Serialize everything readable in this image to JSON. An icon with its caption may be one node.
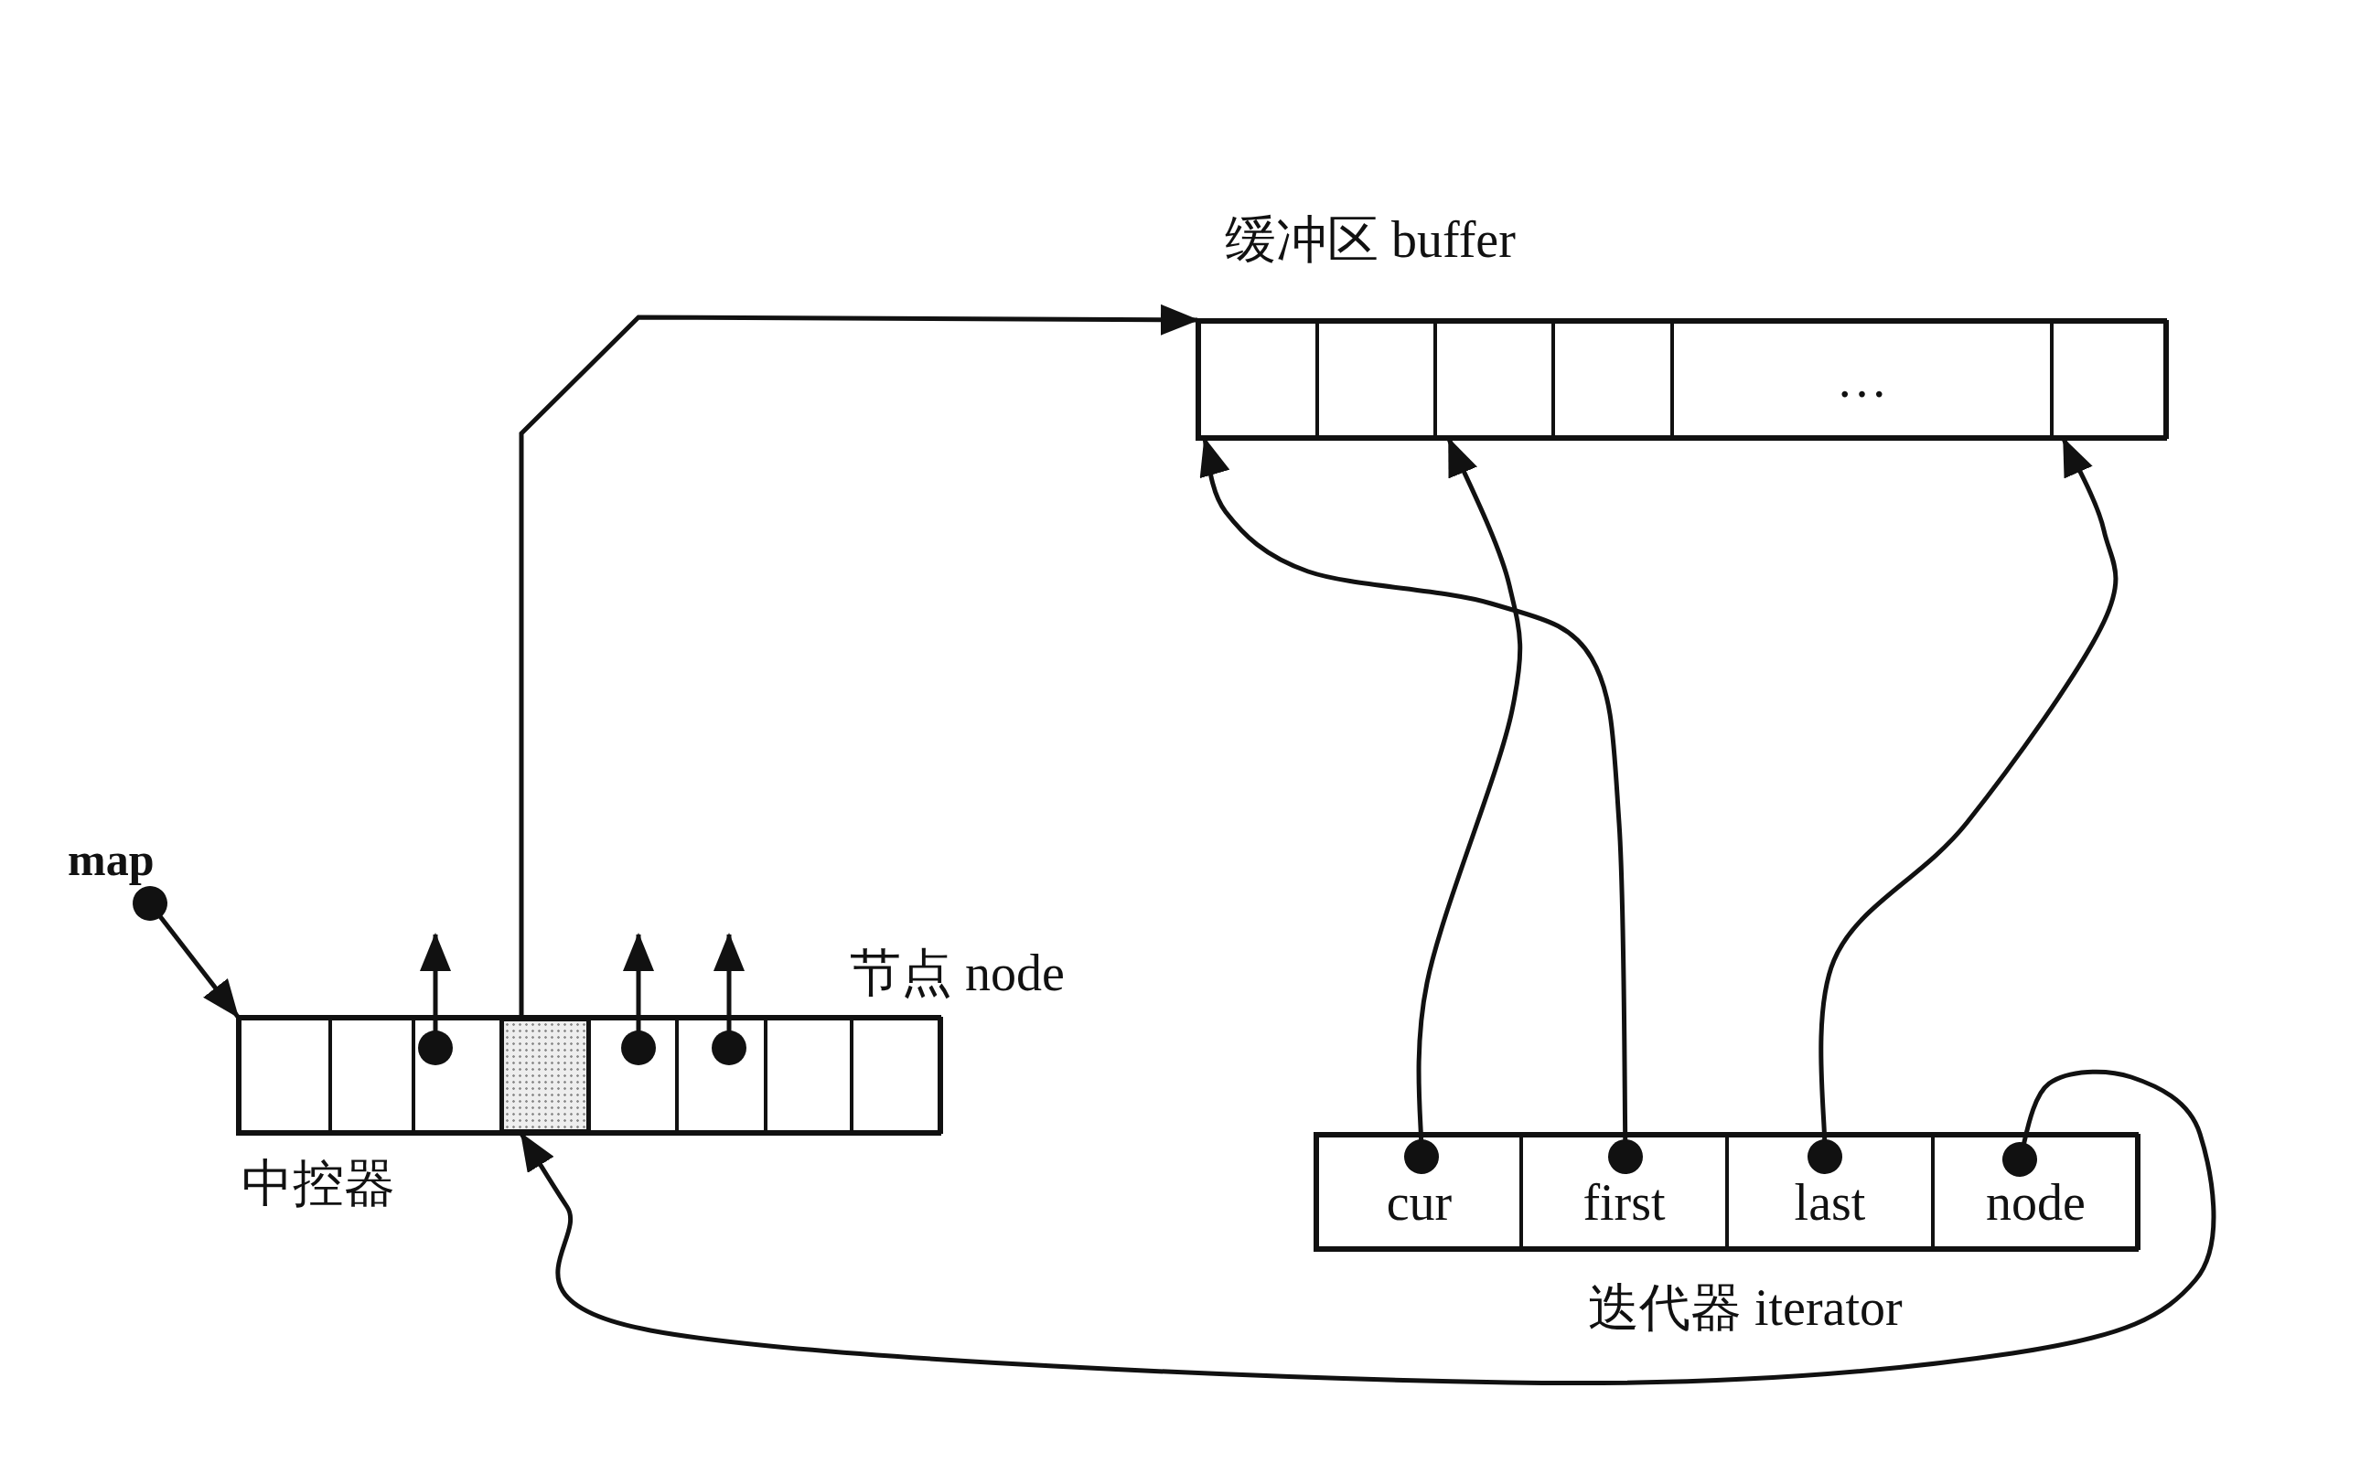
{
  "diagram": {
    "nodes": [
      {
        "text": [
          "map"
        ]
      },
      {
        "text": [
          "中控器"
        ],
        "beside": [
          "节点 node"
        ]
      },
      {
        "text": [],
        "shape": "box",
        "in": 1
      },
      {
        "text": [],
        "shape": "box",
        "in": 1
      },
      {
        "text": [],
        "shape": "box",
        "in": 1
      },
      {
        "text": [],
        "shape": "box",
        "in": 1
      },
      {
        "text": [],
        "shape": "box",
        "in": 1
      },
      {
        "text": [],
        "shape": "box",
        "in": 1
      },
      {
        "text": [],
        "shape": "box",
        "in": 1
      },
      {
        "text": [],
        "shape": "box",
        "in": 1
      },
      {
        "text": [
          "缓冲区 buffer"
        ]
      },
      {
        "text": [],
        "shape": "box",
        "in": 10
      },
      {
        "text": [],
        "shape": "box",
        "in": 10
      },
      {
        "text": [],
        "shape": "box",
        "in": 10
      },
      {
        "text": [],
        "shape": "box",
        "in": 10
      },
      {
        "text": [
          "…"
        ],
        "in": 10
      },
      {
        "text": [],
        "shape": "box",
        "in": 10
      },
      {
        "text": [
          "迭代器 iterator"
        ]
      },
      {
        "text": [
          "cur"
        ],
        "in": 17
      },
      {
        "text": [
          "first"
        ],
        "in": 17
      },
      {
        "text": [
          "last"
        ],
        "in": 17
      },
      {
        "text": [
          "node"
        ],
        "in": 17
      }
    ],
    "edges": [
      {
        "from": 0,
        "to": 1,
        "arrow": "to"
      },
      {
        "from": 4,
        "to": null,
        "arrow": "to"
      },
      {
        "from": 5,
        "to": 10,
        "arrow": "to"
      },
      {
        "from": 6,
        "to": null,
        "arrow": "to"
      },
      {
        "from": 7,
        "to": null,
        "arrow": "to"
      },
      {
        "from": 18,
        "to": 13,
        "arrow": "to"
      },
      {
        "from": 19,
        "to": 11,
        "arrow": "to"
      },
      {
        "from": 20,
        "to": 16,
        "arrow": "to"
      },
      {
        "from": 21,
        "to": 5,
        "arrow": "to"
      }
    ]
  }
}
